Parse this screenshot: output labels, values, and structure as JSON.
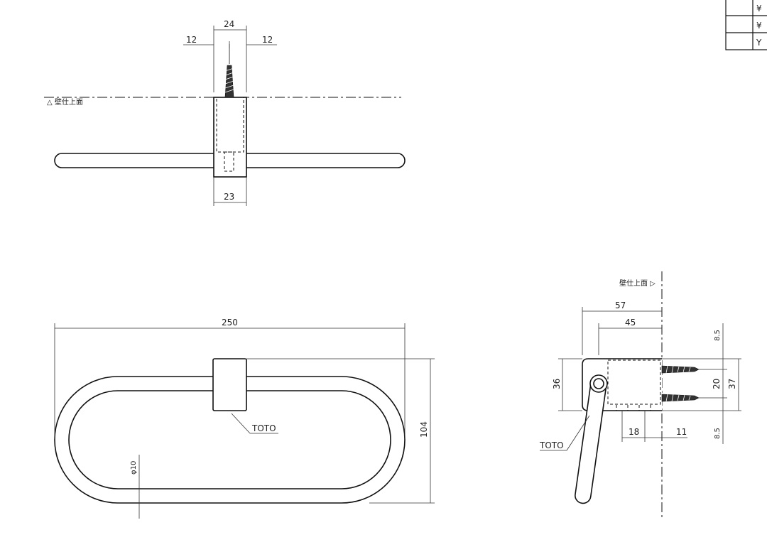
{
  "dimensions": {
    "top_width": "24",
    "top_left_offset": "12",
    "top_right_offset": "12",
    "top_base": "23",
    "front_width": "250",
    "front_height": "104",
    "rod_diameter": "φ10",
    "side_depth_57": "57",
    "side_depth_45": "45",
    "side_height_36": "36",
    "side_top_85": "8.5",
    "side_mid_20": "20",
    "side_total_37": "37",
    "side_bottom_85": "8.5",
    "side_18": "18",
    "side_11": "11"
  },
  "labels": {
    "wall_surface_left": "△ 壁仕上面",
    "wall_surface_right": "壁仕上面 ▷",
    "brand_front": "TOTO",
    "brand_side": "TOTO"
  },
  "table_cells": [
    "¥",
    "¥",
    "Y"
  ]
}
